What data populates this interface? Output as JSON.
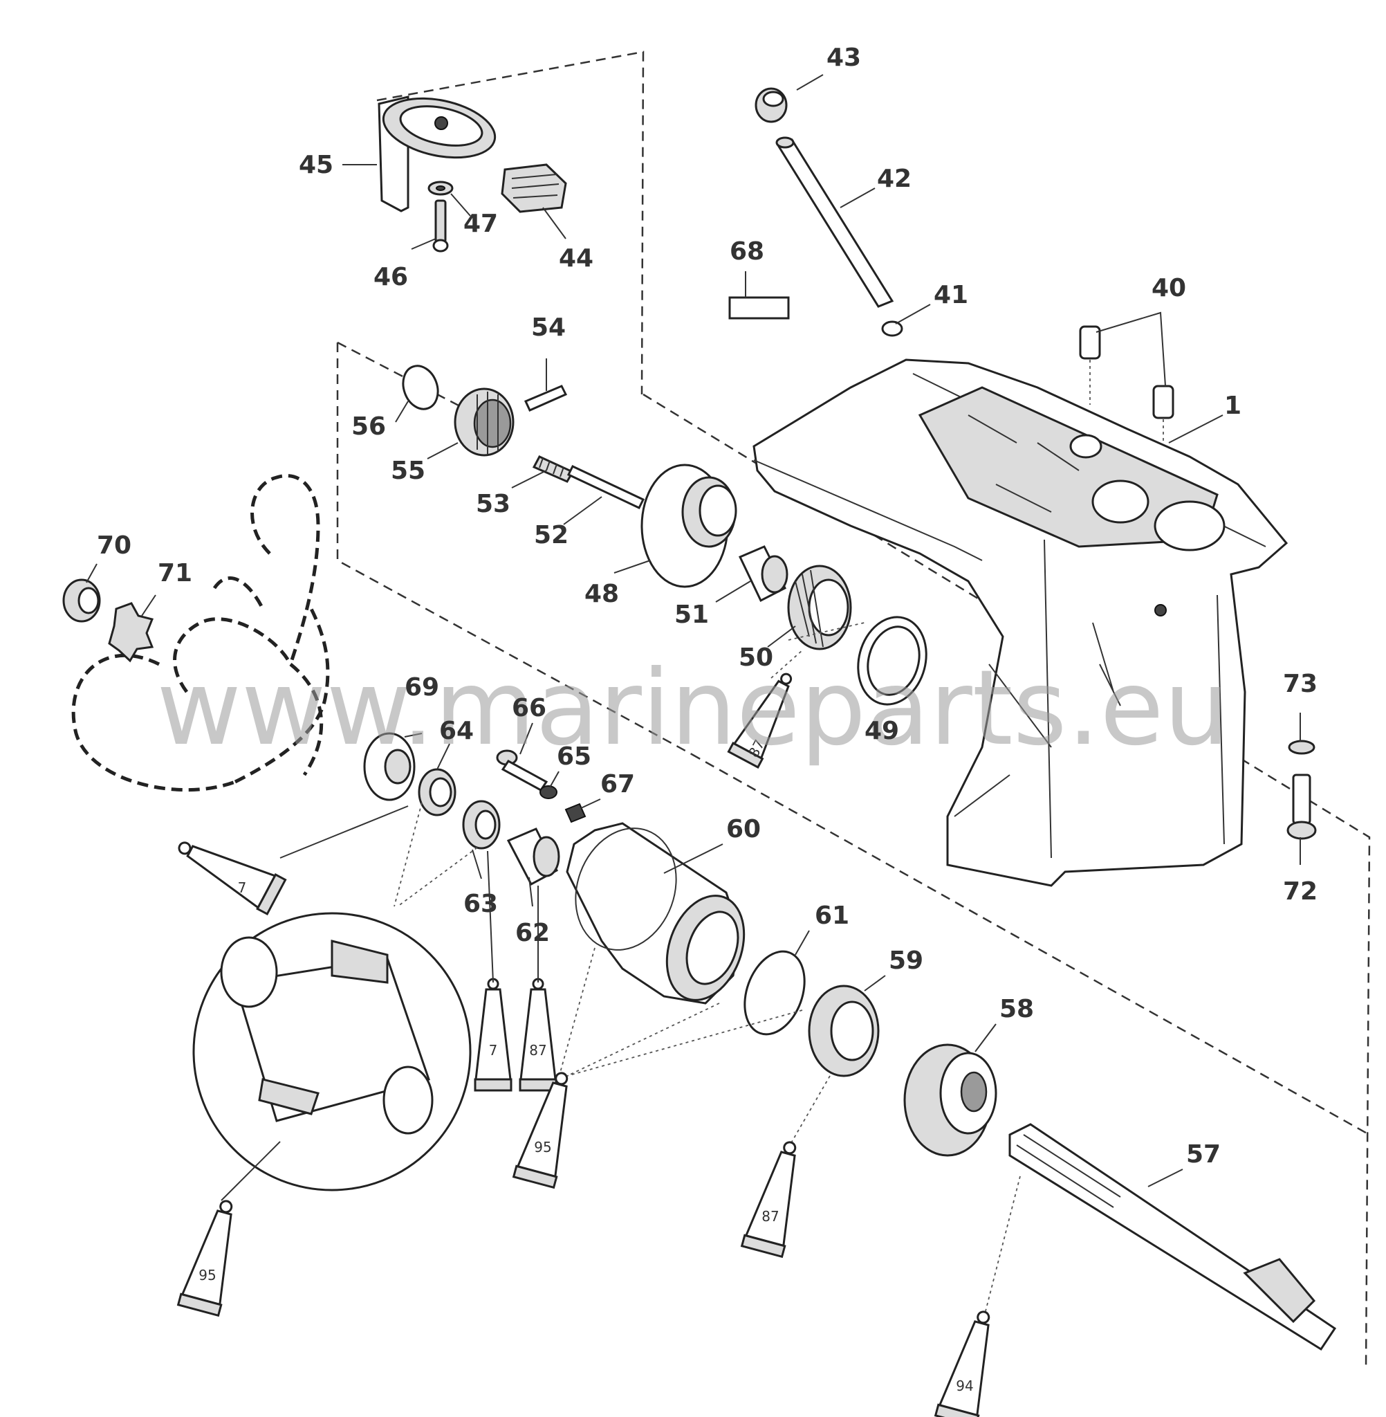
{
  "watermark": "www.marineparts.eu",
  "callouts": [
    {
      "id": "c1",
      "text": "1"
    },
    {
      "id": "c40",
      "text": "40"
    },
    {
      "id": "c41",
      "text": "41"
    },
    {
      "id": "c42",
      "text": "42"
    },
    {
      "id": "c43",
      "text": "43"
    },
    {
      "id": "c44",
      "text": "44"
    },
    {
      "id": "c45",
      "text": "45"
    },
    {
      "id": "c46",
      "text": "46"
    },
    {
      "id": "c47",
      "text": "47"
    },
    {
      "id": "c48",
      "text": "48"
    },
    {
      "id": "c49",
      "text": "49"
    },
    {
      "id": "c50",
      "text": "50"
    },
    {
      "id": "c51",
      "text": "51"
    },
    {
      "id": "c52",
      "text": "52"
    },
    {
      "id": "c53",
      "text": "53"
    },
    {
      "id": "c54",
      "text": "54"
    },
    {
      "id": "c55",
      "text": "55"
    },
    {
      "id": "c56",
      "text": "56"
    },
    {
      "id": "c57",
      "text": "57"
    },
    {
      "id": "c58",
      "text": "58"
    },
    {
      "id": "c59",
      "text": "59"
    },
    {
      "id": "c60",
      "text": "60"
    },
    {
      "id": "c61",
      "text": "61"
    },
    {
      "id": "c62",
      "text": "62"
    },
    {
      "id": "c63",
      "text": "63"
    },
    {
      "id": "c64",
      "text": "64"
    },
    {
      "id": "c65",
      "text": "65"
    },
    {
      "id": "c66",
      "text": "66"
    },
    {
      "id": "c67",
      "text": "67"
    },
    {
      "id": "c68",
      "text": "68"
    },
    {
      "id": "c69",
      "text": "69"
    },
    {
      "id": "c70",
      "text": "70"
    },
    {
      "id": "c71",
      "text": "71"
    },
    {
      "id": "c72",
      "text": "72"
    },
    {
      "id": "c73",
      "text": "73"
    }
  ],
  "lubricants": [
    {
      "id": "t-49",
      "text": "87"
    },
    {
      "id": "t-64",
      "text": "7"
    },
    {
      "id": "t-63",
      "text": "7"
    },
    {
      "id": "t-62",
      "text": "87"
    },
    {
      "id": "t-60",
      "text": "95"
    },
    {
      "id": "t-detail",
      "text": "95"
    },
    {
      "id": "t-59",
      "text": "87"
    },
    {
      "id": "t-57",
      "text": "94"
    }
  ]
}
